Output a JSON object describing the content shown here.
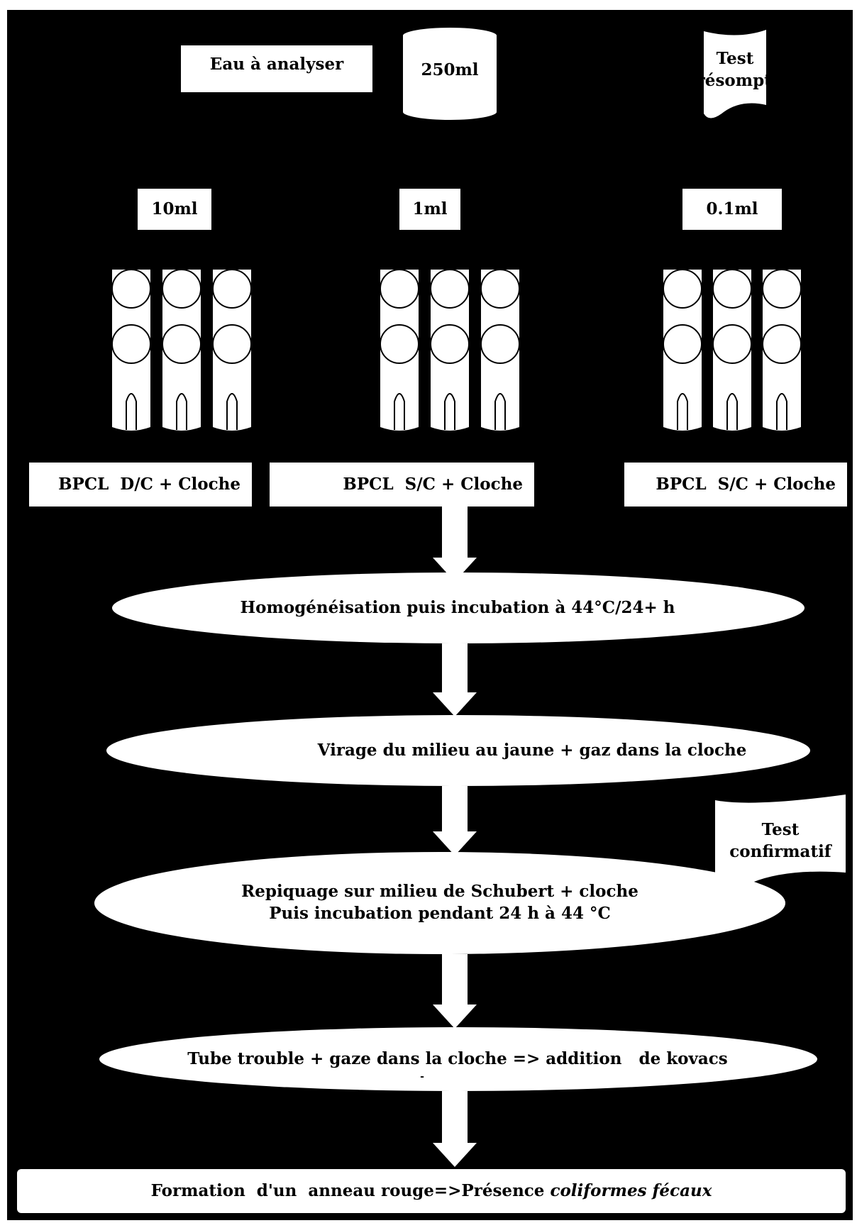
{
  "colors": {
    "background": "#000000",
    "shape_fill": "#ffffff",
    "text": "#000000"
  },
  "header": {
    "sample_label": "Eau à analyser",
    "volume_label": "250ml",
    "presumptive_test": [
      "Test",
      "présomptif"
    ]
  },
  "dilutions": [
    {
      "volume": "10ml",
      "medium": "BPCL  D/C + Cloche"
    },
    {
      "volume": "1ml",
      "medium": "BPCL  S/C + Cloche"
    },
    {
      "volume": "0.1ml",
      "medium": "BPCL  S/C + Cloche"
    }
  ],
  "steps": {
    "incubation": "Homogénéisation puis incubation  à 44°C/24+ h",
    "color_change": "Virage du milieu au jaune + gaz dans la cloche",
    "subculture_line1": "Repiquage sur milieu de Schubert + cloche",
    "subculture_line2": "Puis incubation  pendant  24 h à 44 °C",
    "kovacs": "Tube trouble + gaze dans la cloche => addition   de kovacs",
    "kovacs_dash": "-",
    "result_prefix": "Formation  d'un  anneau rouge=>Présence ",
    "result_emphasis": "coliformes fécaux"
  },
  "confirmative_test": [
    "Test",
    "confirmatif"
  ]
}
